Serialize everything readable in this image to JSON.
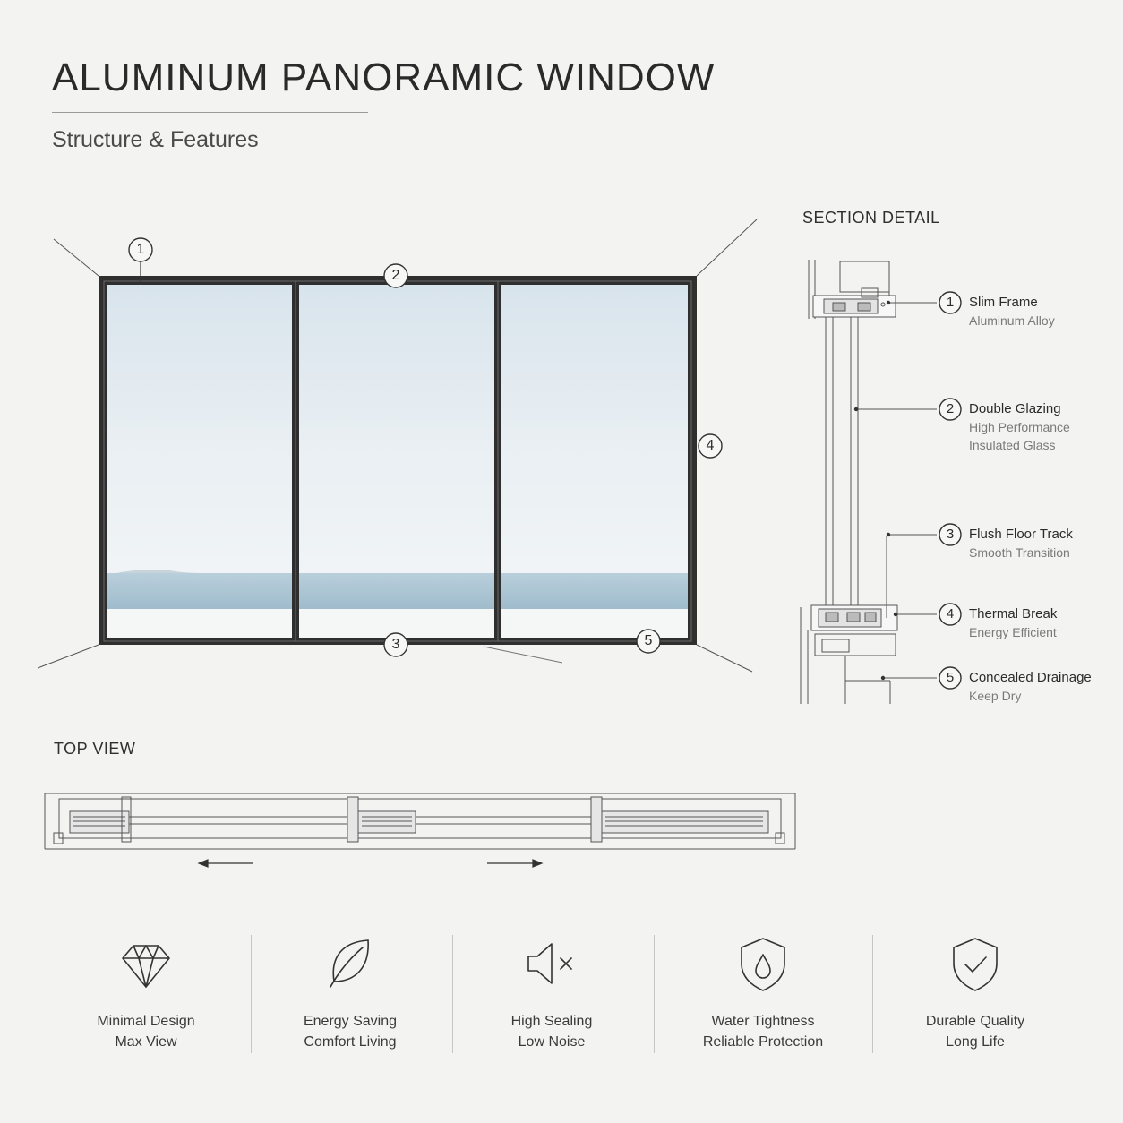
{
  "title": "ALUMINUM PANORAMIC WINDOW",
  "subtitle": "Structure & Features",
  "section_detail": {
    "heading": "SECTION DETAIL",
    "callouts": [
      {
        "num": "1",
        "title": "Slim Frame",
        "lines": [
          "Aluminum Alloy"
        ]
      },
      {
        "num": "2",
        "title": "Double Glazing",
        "lines": [
          "High Performance",
          "Insulated Glass"
        ]
      },
      {
        "num": "3",
        "title": "Flush Floor Track",
        "lines": [
          "Smooth Transition"
        ]
      },
      {
        "num": "4",
        "title": "Thermal Break",
        "lines": [
          "Energy Efficient"
        ]
      },
      {
        "num": "5",
        "title": "Concealed Drainage",
        "lines": [
          "Keep Dry"
        ]
      }
    ]
  },
  "elevation_markers": [
    "1",
    "2",
    "3",
    "4",
    "5"
  ],
  "top_view": {
    "heading": "TOP VIEW"
  },
  "features": [
    {
      "icon": "diamond-icon",
      "line1": "Minimal Design",
      "line2": "Max View"
    },
    {
      "icon": "leaf-icon",
      "line1": "Energy Saving",
      "line2": "Comfort Living"
    },
    {
      "icon": "muted-speaker-icon",
      "line1": "High Sealing",
      "line2": "Low Noise"
    },
    {
      "icon": "shield-drop-icon",
      "line1": "Water Tightness",
      "line2": "Reliable Protection"
    },
    {
      "icon": "shield-check-icon",
      "line1": "Durable Quality",
      "line2": "Long Life"
    }
  ],
  "colors": {
    "background": "#f3f3f2",
    "frame": "#3a3a3a",
    "sky_top": "#dbe6ee",
    "sky_bottom": "#eef3f6",
    "sea": "#a9c4d3",
    "floor": "#f6f7f7"
  }
}
